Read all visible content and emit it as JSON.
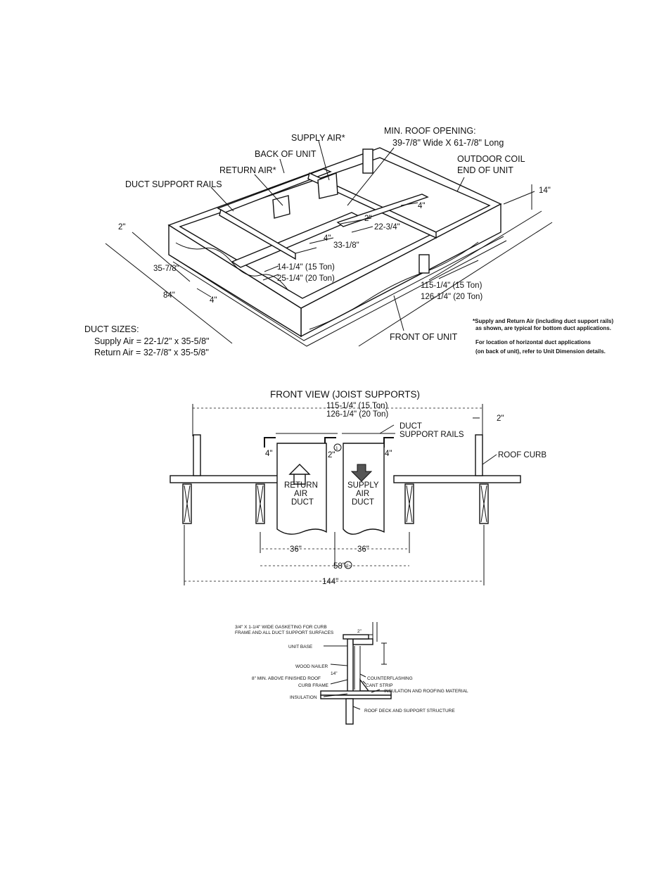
{
  "iso": {
    "supply_air": "SUPPLY AIR*",
    "min_roof_opening": "MIN. ROOF OPENING:",
    "roof_opening_size": "39-7/8\" Wide X 61-7/8\" Long",
    "back_of_unit": "BACK OF UNIT",
    "outdoor_coil_1": "OUTDOOR COIL",
    "outdoor_coil_2": "END OF UNIT",
    "return_air": "RETURN AIR*",
    "duct_support_rails": "DUCT SUPPORT RAILS",
    "dim_14": "14\"",
    "dim_4a": "4\"",
    "dim_2a": "2\"",
    "dim_2b": "2\"",
    "dim_22_34": "22-3/4\"",
    "dim_4b": "4\"",
    "dim_33_18": "33-1/8\"",
    "dim_14_14": "14-1/4\" (15 Ton)",
    "dim_25_14": "25-1/4\" (20 Ton)",
    "dim_35_78": "35-7/8\"",
    "dim_84": "84\"",
    "dim_4c": "4\"",
    "dim_115": "115-1/4\" (15 Ton)",
    "dim_126": "126-1/4\" (20 Ton)",
    "front_of_unit": "FRONT OF UNIT",
    "duct_sizes": "DUCT SIZES:",
    "supply_size": "Supply Air  =  22-1/2\" x 35-5/8\"",
    "return_size": "Return Air  =  32-7/8\" x 35-5/8\"",
    "note1a": "*Supply and Return Air (including duct support rails)",
    "note1b": "as shown, are typical for bottom duct applications.",
    "note2a": "For location of horizontal duct applications",
    "note2b": "(on back of unit), refer to Unit Dimension details."
  },
  "front_view": {
    "title": "FRONT VIEW (JOIST SUPPORTS)",
    "dim_115": "115-1/4\" (15 Ton)",
    "dim_126": "126-1/4\" (20 Ton)",
    "duct_support_1": "DUCT",
    "duct_support_2": "SUPPORT RAILS",
    "dim_2": "2\"",
    "dim_4l": "4\"",
    "dim_2c": "2\"",
    "circle1": "1",
    "dim_4r": "4\"",
    "roof_curb": "ROOF CURB",
    "return_1": "RETURN",
    "return_2": "AIR",
    "return_3": "DUCT",
    "supply_1": "SUPPLY",
    "supply_2": "AIR",
    "supply_3": "DUCT",
    "dim_36a": "36\"",
    "dim_36b": "36\"",
    "dim_58": "58\"",
    "circle2": "2",
    "dim_144": "144\""
  },
  "section": {
    "gasket_1": "3/4\" X 1-1/4\" WIDE GASKETING FOR CURB",
    "gasket_2": "FRAME AND ALL DUCT SUPPORT SURFACES",
    "dim_2": "2\"",
    "unit_base": "UNIT BASE",
    "wood_nailer": "WOOD NAILER",
    "dim_14": "14\"",
    "min_above": "8\" MIN. ABOVE FINISHED ROOF",
    "counterflashing": "COUNTERFLASHING",
    "curb_frame": "CURB FRAME",
    "cant_strip": "CANT STRIP",
    "insulation_roofing": "INSULATION AND ROOFING MATERIAL",
    "insulation": "INSULATION",
    "roof_deck": "ROOF DECK AND SUPPORT STRUCTURE"
  }
}
